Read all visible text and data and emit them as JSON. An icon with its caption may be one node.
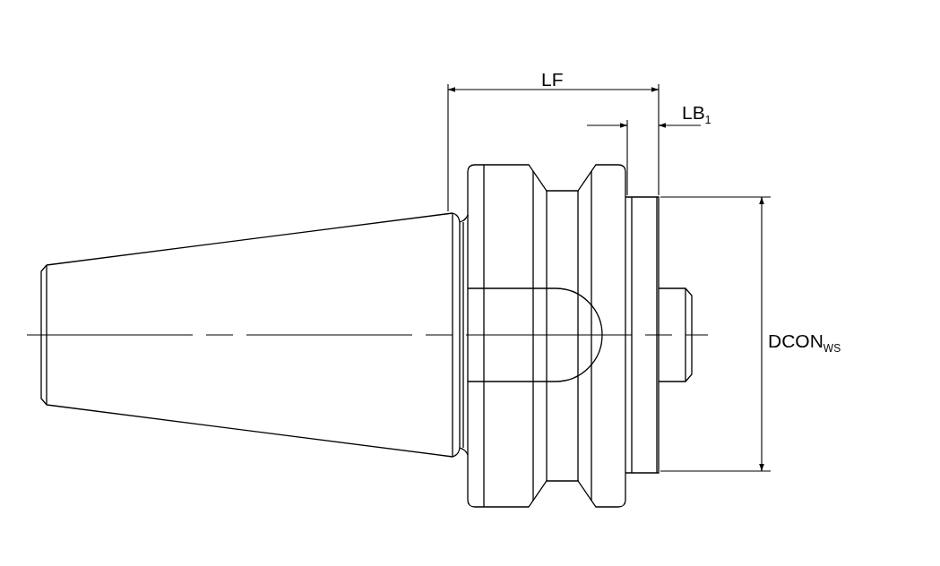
{
  "diagram": {
    "labels": [
      "LF",
      "LB$_{1}$",
      "DCON$_{WS}$"
    ]
  }
}
